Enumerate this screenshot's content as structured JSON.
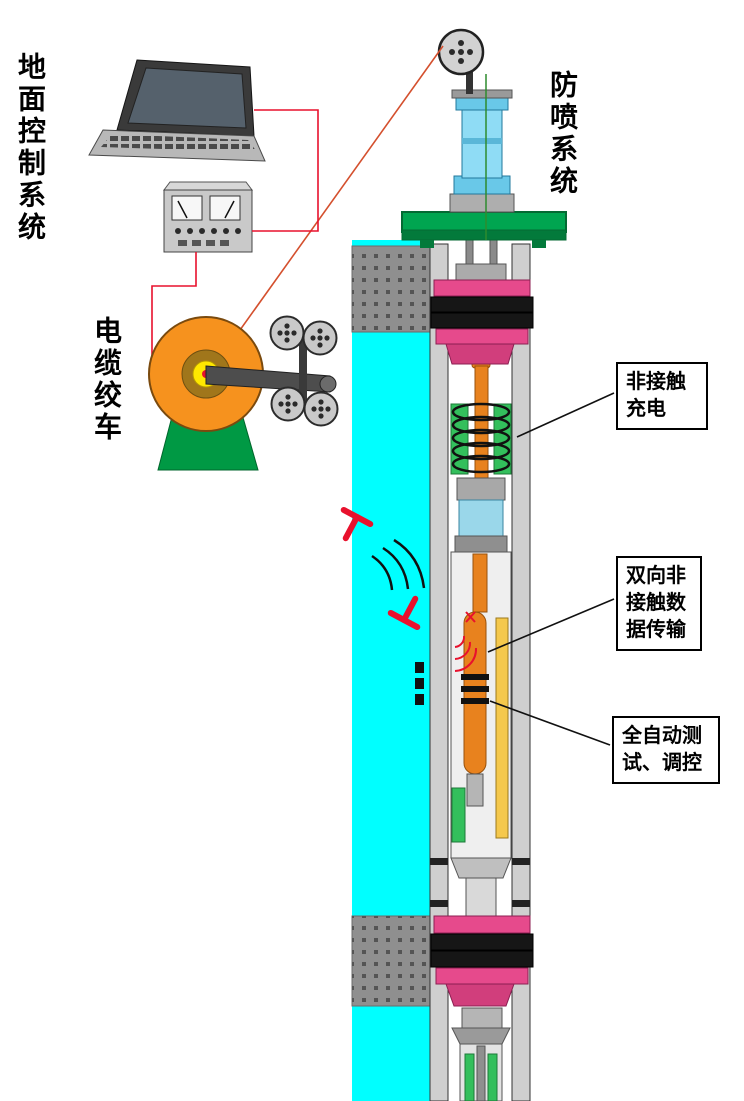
{
  "labels": {
    "surface_control_system": "地面控制系统",
    "cable_winch": "电缆绞车",
    "blowout_prevention": "防喷系统"
  },
  "callouts": {
    "noncontact_charging": "非接触\n充电",
    "bidirectional_noncontact_data": "双向非\n接触数\n据传输",
    "full_auto_test_control": "全自动测\n试、调控"
  },
  "colors": {
    "annulus_cyan": "#00FFFF",
    "flange_green": "#00A550",
    "packer_pink": "#E64A8C",
    "tool_orange": "#E8821E",
    "bop_blue": "#8FDCF5",
    "winch_drum_orange": "#F6921E",
    "winch_stand_green": "#009944",
    "signal_red": "#E8112D",
    "battery_yellow": "#F5C84C",
    "sensor_green": "#33BF5C"
  }
}
